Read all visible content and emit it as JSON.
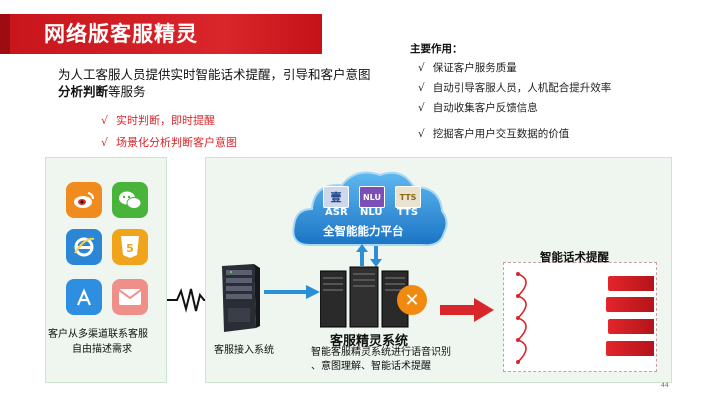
{
  "title": "网络版客服精灵",
  "intro": {
    "line1": "为人工客服人员提供实时智能话术提醒，引导和客户意图",
    "bold": "分析判断",
    "line2_rest": "等服务"
  },
  "features": [
    {
      "check": "√",
      "text": "实时判断，即时提醒"
    },
    {
      "check": "√",
      "text": "场景化分析判断客户意图"
    }
  ],
  "functions": {
    "title": "主要作用：",
    "items": [
      {
        "check": "√",
        "text": "保证客户服务质量"
      },
      {
        "check": "√",
        "text": "自动引导客服人员，人机配合提升效率"
      },
      {
        "check": "√",
        "text": "自动收集客户反馈信息"
      },
      {
        "check": "√",
        "text": "挖掘客户用户交互数据的价值"
      }
    ]
  },
  "channels_caption": {
    "line1": "客户从多渠道联系客服",
    "line2": "自由描述需求"
  },
  "access_caption": "客服接入系统",
  "cloud": {
    "tiles": [
      {
        "glyph": "壹",
        "label": "ASR"
      },
      {
        "glyph": "NLU",
        "label": "NLU"
      },
      {
        "glyph": "TTS",
        "label": "TTS"
      }
    ],
    "title": "全智能能力平台"
  },
  "system": {
    "name": "客服精灵系统",
    "desc1": "智能客服精灵系统进行语音识别",
    "desc2": "、意图理解、智能话术提醒"
  },
  "reminder_label": "智能话术提醒",
  "page_number": "44",
  "colors": {
    "brand_red": "#d9262b",
    "panel_bg": "#eef6ef",
    "cloud_blue": "#2a8fd6"
  }
}
